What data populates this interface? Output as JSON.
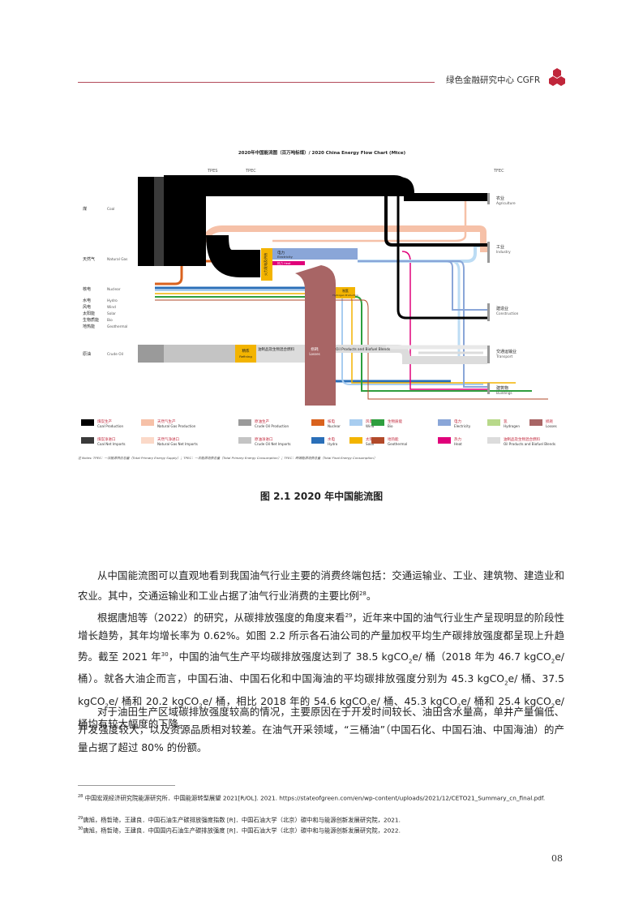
{
  "header": {
    "title": "绿色金融研究中心 CGFR",
    "logo_color": "#c0263a"
  },
  "figure": {
    "chart_title": "2020年中国能流图（百万吨标煤）/ 2020 China Energy Flow Chart (Mtce)",
    "axis_tpes": "TPES",
    "axis_tpec": "TPEC",
    "axis_tfec": "TFEC",
    "sources": [
      {
        "zh": "煤",
        "en": "Coal"
      },
      {
        "zh": "天然气",
        "en": "Natural Gas"
      },
      {
        "zh": "核电",
        "en": "Nuclear"
      },
      {
        "zh": "水电",
        "en": "Hydro"
      },
      {
        "zh": "风电",
        "en": "Wind"
      },
      {
        "zh": "太阳能",
        "en": "Solar"
      },
      {
        "zh": "生物质能",
        "en": "Bio"
      },
      {
        "zh": "地热能",
        "en": "Geothermal"
      },
      {
        "zh": "原油",
        "en": "Crude Oil"
      }
    ],
    "sinks": [
      {
        "zh": "农业",
        "en": "Agriculture"
      },
      {
        "zh": "工业",
        "en": "Industry"
      },
      {
        "zh": "建造业",
        "en": "Construction"
      },
      {
        "zh": "交通运输业",
        "en": "Transport"
      },
      {
        "zh": "建筑物",
        "en": "Buildings"
      }
    ],
    "nodes": {
      "power_zh": "火力发电及供热",
      "power_en": "Power Generation and Heating",
      "electricity_zh": "电力",
      "electricity_en": "Electricity",
      "heat_label": "热力 Heat",
      "hydrogen_zh": "制氢",
      "hydrogen_en": "Hydrogen Production",
      "refining_zh": "精炼",
      "refining_en": "Refining",
      "oil_products_zh": "油制品及生物混合燃料",
      "oil_products_en": "Oil Products and Biofuel Blends",
      "losses_zh": "损耗",
      "losses_en": "Losses"
    },
    "legend": [
      {
        "zh": "煤炭生产",
        "en": "Coal Production",
        "color": "#000000"
      },
      {
        "zh": "天然气生产",
        "en": "Natural Gas Production",
        "color": "#f6c1a8"
      },
      {
        "zh": "原油生产",
        "en": "Crude Oil Production",
        "color": "#9a9a9a"
      },
      {
        "zh": "核电",
        "en": "Nuclear",
        "color": "#d9621e"
      },
      {
        "zh": "风电",
        "en": "Wind",
        "color": "#a8cdf0"
      },
      {
        "zh": "生物质能",
        "en": "Bio",
        "color": "#2e9e3e"
      },
      {
        "zh": "电力",
        "en": "Electricity",
        "color": "#8aa6d8"
      },
      {
        "zh": "氢",
        "en": "Hydrogen",
        "color": "#b8d98a"
      },
      {
        "zh": "损耗",
        "en": "Losses",
        "color": "#a86565"
      },
      {
        "zh": "煤炭净进口",
        "en": "Coal Net Imports",
        "color": "#3a3a3a"
      },
      {
        "zh": "天然气净进口",
        "en": "Natural Gas Net Imports",
        "color": "#fbd9c8"
      },
      {
        "zh": "原油净进口",
        "en": "Crude Oil Net Imports",
        "color": "#c4c4c4"
      },
      {
        "zh": "水电",
        "en": "Hydro",
        "color": "#2a6fb8"
      },
      {
        "zh": "太阳能",
        "en": "Solar",
        "color": "#f3b400"
      },
      {
        "zh": "地热能",
        "en": "Geothermal",
        "color": "#b24a2a"
      },
      {
        "zh": "热力",
        "en": "Heat",
        "color": "#e0007a"
      },
      {
        "zh": "油制品及生物混合燃料",
        "en": "Oil Products and Biofuel Blends",
        "color": "#dcdcdc"
      }
    ],
    "note": "注 Notes: TPES：一次能源供应总量（Total Primary Energy Supply）；TPEC：一次能源消费总量（Total Primary Energy Consumption）；TFEC：终端能源消费总量（Total Final Energy Consumption）",
    "caption": "图 2.1 2020 年中国能流图"
  },
  "body": {
    "p1": "从中国能流图可以直观地看到我国油气行业主要的消费终端包括：交通运输业、工业、建筑物、建造业和农业。其中，交通运输业和工业占据了油气行业消费的主要比例",
    "p1_ref": "28",
    "p1_end": "。",
    "p2_a": "根据唐旭等（2022）的研究，从碳排放强度的角度来看",
    "p2_ref1": "29",
    "p2_b": "，近年来中国的油气行业生产呈现明显的阶段性增长趋势，其年均增长率为 0.62%。如图 2.2 所示各石油公司的产量加权平均生产碳排放强度都呈现上升趋势。截至 2021 年",
    "p2_ref2": "30",
    "p2_c": "，中国的油气生产平均碳排放强度达到了 38.5 kgCO",
    "p2_d": "e/ 桶（2018 年为 46.7 kgCO",
    "p2_e": "e/ 桶）。就各大油企而言，中国石油、中国石化和中国海油的平均碳排放强度分别为 45.3 kgCO",
    "p2_f": "e/ 桶、37.5 kgCO",
    "p2_g": "e/ 桶和 20.2 kgCO",
    "p2_h": "e/ 桶，相比 2018 年的 54.6 kgCO",
    "p2_i": "e/ 桶、45.3 kgCO",
    "p2_j": "e/ 桶和 25.4 kgCO",
    "p2_k": "e/ 桶均有较大幅度的下降。",
    "sub2": "2",
    "p3": "对于油田生产区域碳排放强度较高的情况，主要原因在于开发时间较长、油田含水量高，单井产量偏低、开发强度较大，以及资源品质相对较差。在油气开采领域，“三桶油”（中国石化、中国石油、中国海油）的产量占据了超过 80% 的份额。"
  },
  "footnotes": [
    {
      "num": "28",
      "text": "中国宏观经济研究院能源研究所．中国能源转型展望 2021[R/OL]. 2021. https://stateofgreen.com/en/wp-content/uploads/2021/12/CETO21_Summary_cn_final.pdf."
    },
    {
      "num": "29",
      "text": "唐旭，杨哲琦，王建良．中国石油生产碳排放强度指数 [R]．中国石油大学（北京）碳中和与能源创新发展研究院，2021."
    },
    {
      "num": "30",
      "text": "唐旭，杨哲琦，王建良．中国国内石油生产碳排放强度 [R]．中国石油大学（北京）碳中和与能源创新发展研究院，2022."
    }
  ],
  "page_number": "08"
}
